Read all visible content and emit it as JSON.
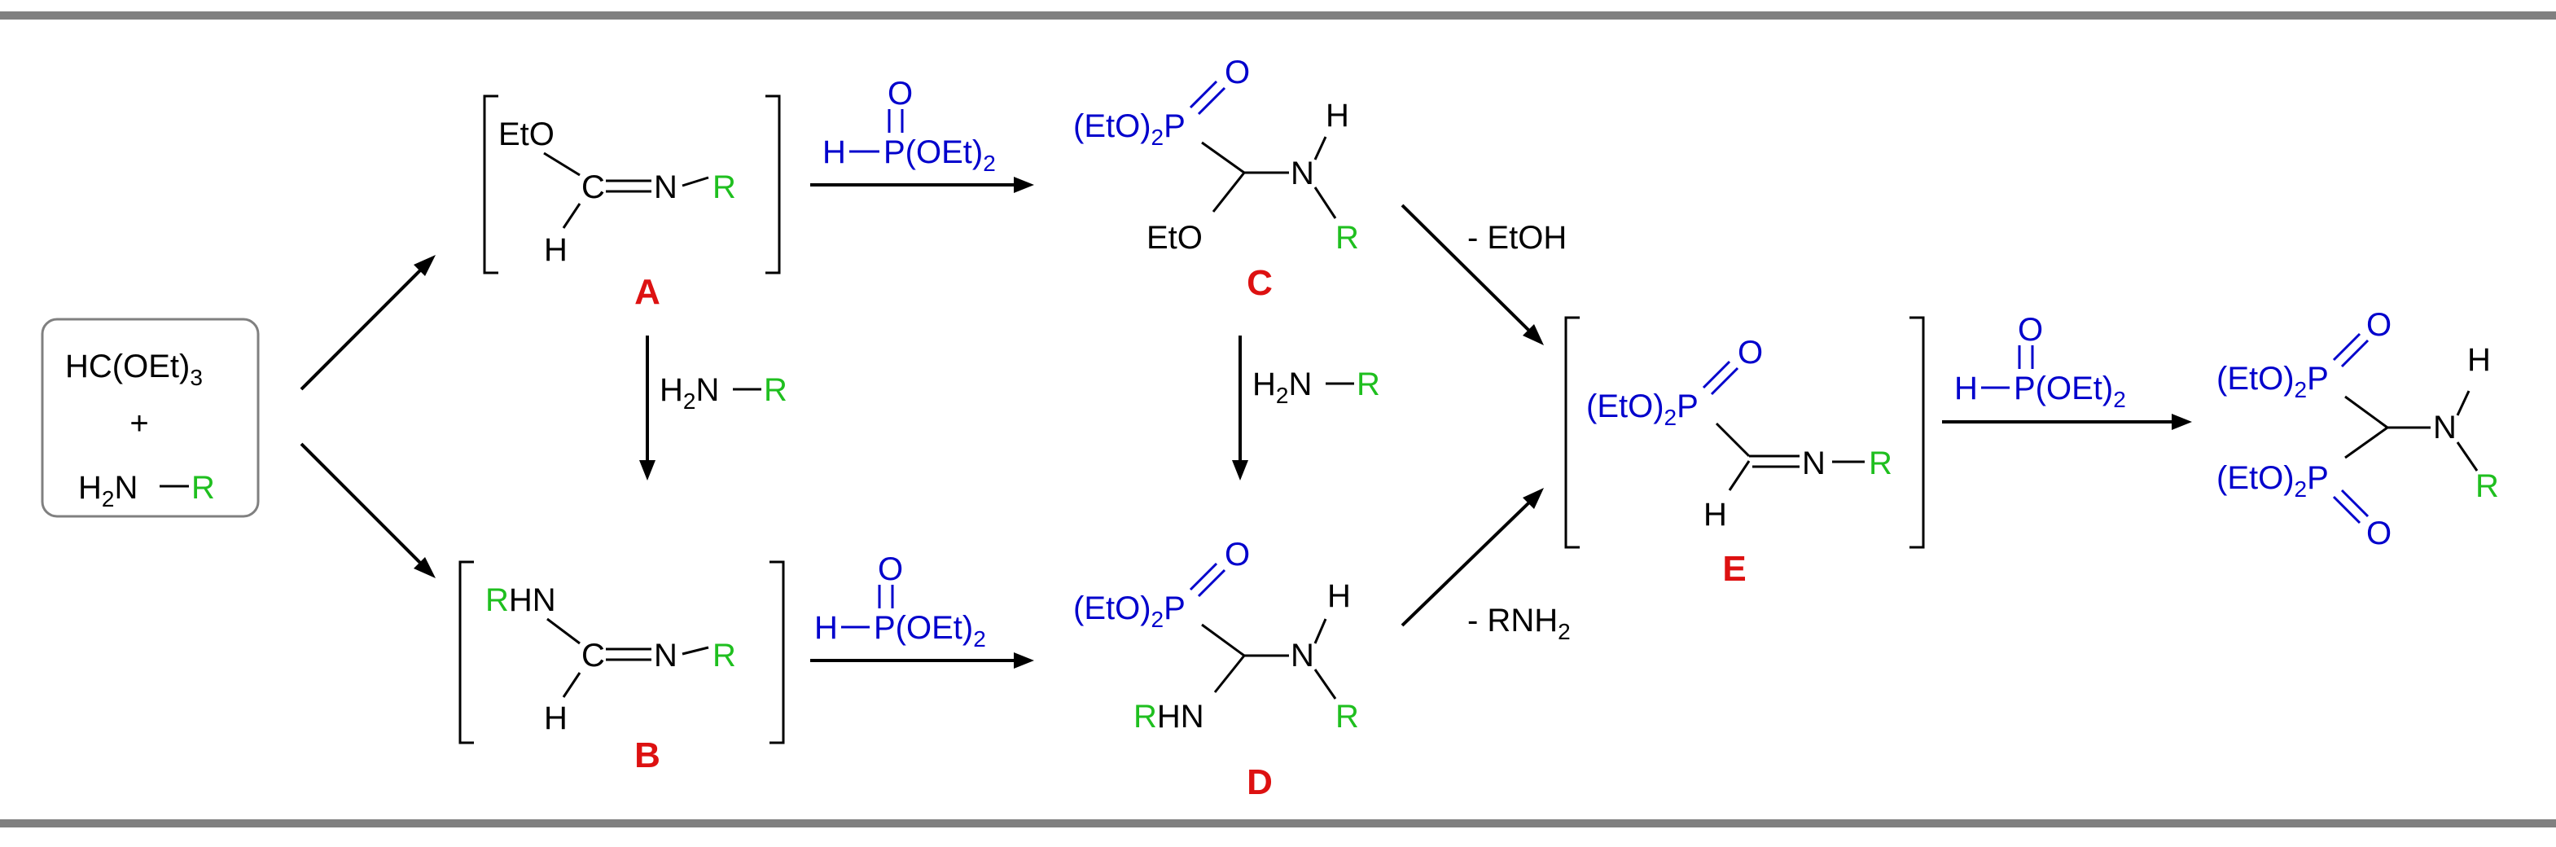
{
  "colors": {
    "black": "#000000",
    "phosphorus": "#0000cc",
    "r_group": "#1fbf1f",
    "label": "#dd1111",
    "rule": "#808080",
    "box": "#808080"
  },
  "start": {
    "reagent1_main": "HC(OEt)",
    "reagent1_sub": "3",
    "plus": "+",
    "amine_h": "H",
    "amine_sub": "2",
    "amine_n": "N",
    "amine_r": "R"
  },
  "phosphite": {
    "oxygen": "O",
    "h": "H",
    "p_main": "P(OEt)",
    "p_sub": "2"
  },
  "amine_reagent": {
    "h": "H",
    "sub": "2",
    "n": "N",
    "r": "R"
  },
  "intermediates": {
    "A": {
      "label": "A",
      "eto": "EtO",
      "c": "C",
      "n": "N",
      "r": "R",
      "h": "H"
    },
    "B": {
      "label": "B",
      "rhn_r": "R",
      "rhn_hn": "HN",
      "c": "C",
      "n": "N",
      "r": "R",
      "h": "H"
    },
    "C": {
      "label": "C",
      "p_group_main": "(EtO)",
      "p_group_sub": "2",
      "p": "P",
      "o": "O",
      "n": "N",
      "h": "H",
      "r": "R",
      "eto": "EtO"
    },
    "D": {
      "label": "D",
      "p_group_main": "(EtO)",
      "p_group_sub": "2",
      "p": "P",
      "o": "O",
      "n": "N",
      "h": "H",
      "r": "R",
      "rhn_r": "R",
      "rhn_hn": "HN"
    },
    "E": {
      "label": "E",
      "p_group_main": "(EtO)",
      "p_group_sub": "2",
      "p": "P",
      "o": "O",
      "n": "N",
      "r": "R",
      "h": "H"
    }
  },
  "eliminations": {
    "etoh": "- EtOH",
    "rnh2_main": "- RNH",
    "rnh2_sub": "2"
  },
  "product": {
    "p_group_main": "(EtO)",
    "p_group_sub": "2",
    "p": "P",
    "o": "O",
    "n": "N",
    "h": "H",
    "r": "R"
  }
}
